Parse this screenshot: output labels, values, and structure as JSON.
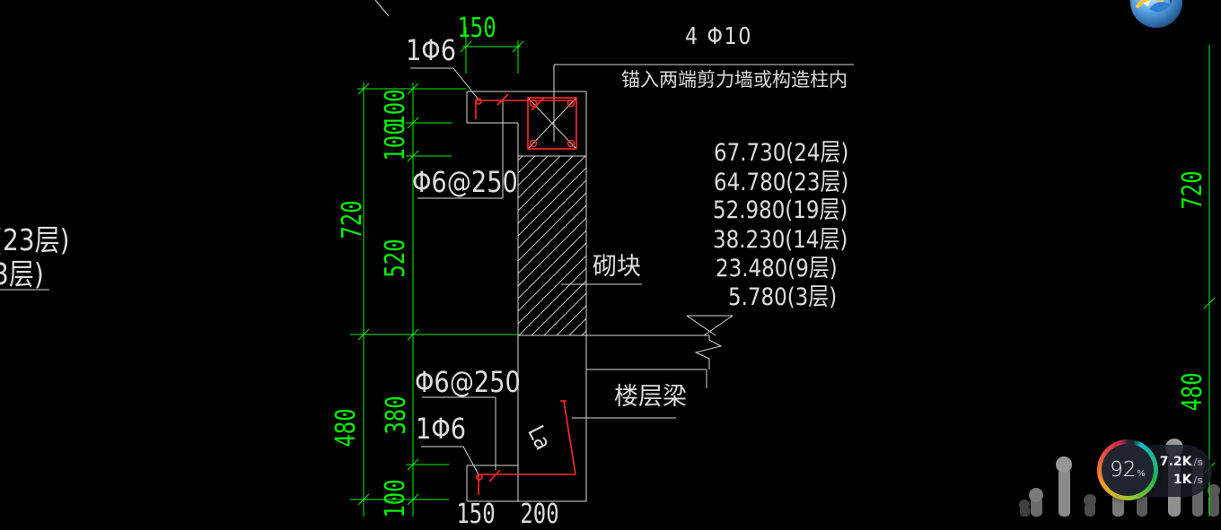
{
  "drawing": {
    "labels": {
      "rebar_top": "1Φ6",
      "bars_top": "4 Φ10",
      "anchor_note": "锚入两端剪力墙或构造柱内",
      "stirrup_upper": "Φ6@250",
      "stirrup_lower": "Φ6@250",
      "rebar_bottom": "1Φ6",
      "anchorage": "La",
      "block": "砌块",
      "floor_beam": "楼层梁"
    },
    "dims": {
      "top_150": "150",
      "left_100_a": "100",
      "left_100_b": "100",
      "left_520": "520",
      "left_720": "720",
      "left_380": "380",
      "left_480": "480",
      "left_100_c": "100",
      "right_720": "720",
      "right_480": "480",
      "bottom_150": "150",
      "bottom_200": "200"
    },
    "elevations": [
      "67.730(24层)",
      "64.780(23层)",
      "52.980(19层)",
      "38.230(14层)",
      "23.480(9层)",
      "5.780(3层)"
    ],
    "edge_labels": [
      "(23层)",
      "3层)"
    ],
    "colors": {
      "dimension": "#00ef00",
      "line": "#d9d9d9",
      "rebar": "#ff2b2b"
    }
  },
  "net_widget": {
    "percent": "92",
    "percent_unit": "%",
    "up_arrow": "↑",
    "upload_value": "7.2K",
    "download_value": "1K",
    "rate_unit": "/s"
  }
}
